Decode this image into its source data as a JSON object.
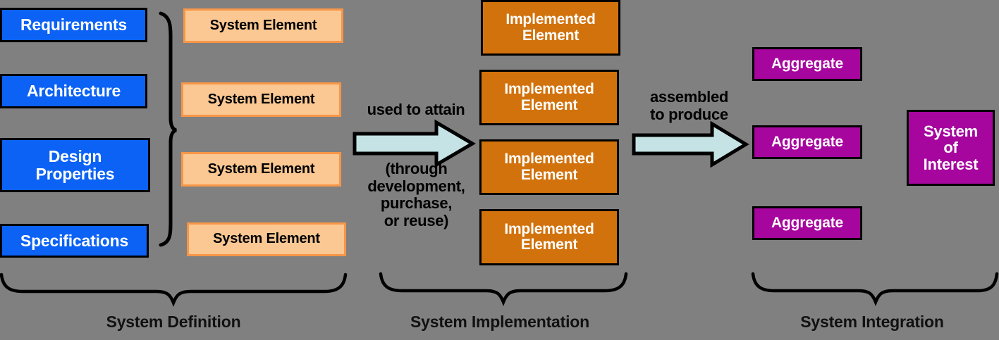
{
  "diagram": {
    "background_color": "#808080",
    "title_visible": false
  },
  "colors": {
    "requirement_fill": "#0b62f5",
    "system_element_fill": "#fbc893",
    "system_element_border": "#f79646",
    "implemented_element_fill": "#d2720c",
    "aggregate_fill": "#a6069e",
    "arrow_fill": "#c5e3e5",
    "outline": "#000000"
  },
  "definition_column": {
    "items": [
      {
        "label": "Requirements"
      },
      {
        "label": "Architecture"
      },
      {
        "label": "Design\nProperties"
      },
      {
        "label": "Specifications"
      }
    ]
  },
  "system_elements": {
    "items": [
      {
        "label": "System Element"
      },
      {
        "label": "System Element"
      },
      {
        "label": "System Element"
      },
      {
        "label": "System Element"
      }
    ]
  },
  "implemented_elements": {
    "items": [
      {
        "label": "Implemented\nElement"
      },
      {
        "label": "Implemented\nElement"
      },
      {
        "label": "Implemented\nElement"
      },
      {
        "label": "Implemented\nElement"
      }
    ]
  },
  "aggregates": {
    "items": [
      {
        "label": "Aggregate"
      },
      {
        "label": "Aggregate"
      },
      {
        "label": "Aggregate"
      }
    ]
  },
  "system_of_interest": {
    "label": "System\nof\nInterest"
  },
  "arrows": [
    {
      "name": "used-to-attain-arrow",
      "label_above": "used to attain",
      "label_below": "(through\ndevelopment,\npurchase,\nor reuse)"
    },
    {
      "name": "assembled-to-produce-arrow",
      "label_above": "assembled\nto produce",
      "label_below": ""
    }
  ],
  "stage_labels": [
    {
      "label": "System Definition"
    },
    {
      "label": "System Implementation"
    },
    {
      "label": "System Integration"
    }
  ]
}
